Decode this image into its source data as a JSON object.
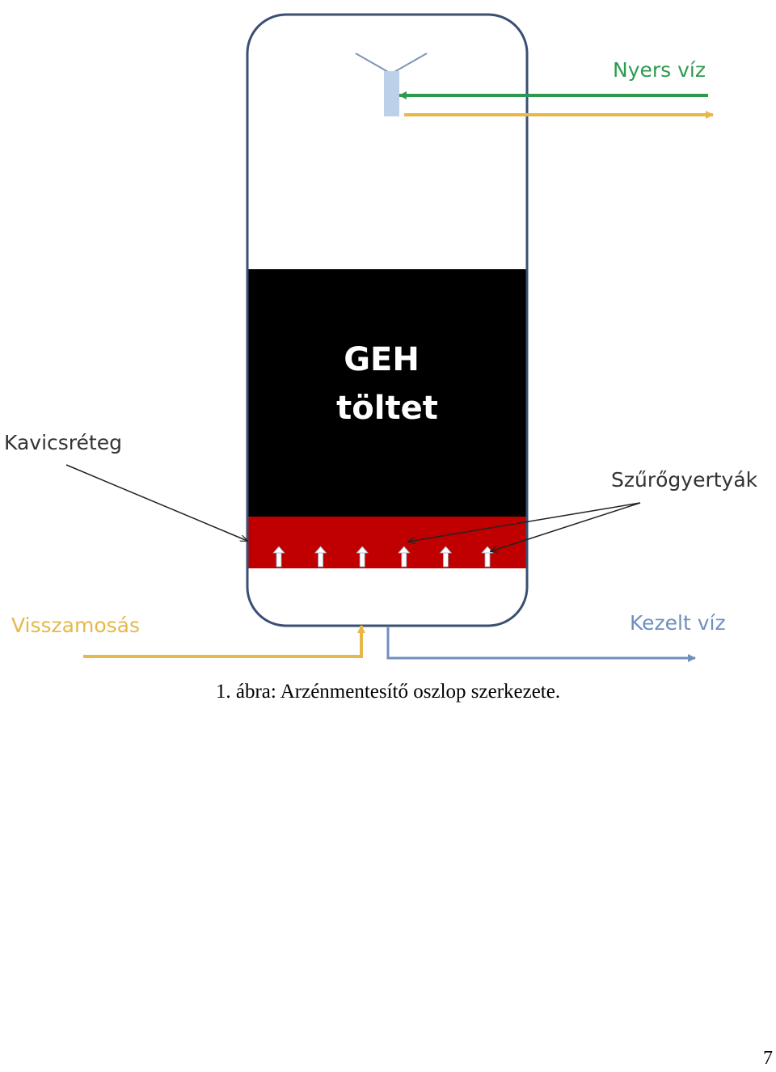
{
  "diagram": {
    "labels": {
      "raw_water": "Nyers víz",
      "media": "GEH\ntöltet",
      "gravel_layer": "Kavicsréteg",
      "filter_candles": "Szűrőgyertyák",
      "backwash": "Visszamosás",
      "treated_water": "Kezelt víz"
    },
    "colors": {
      "raw_water": "#2e9a4e",
      "backwash": "#e6b84a",
      "treated_water": "#6f8fbd",
      "media": "#000000",
      "gravel": "#c00000",
      "vessel_outline": "#3a4f72",
      "distributor": "#bcd0ea"
    },
    "filter_candle_count": 6
  },
  "caption": "1. ábra: Arzénmentesítő oszlop szerkezete.",
  "page_number": "7"
}
